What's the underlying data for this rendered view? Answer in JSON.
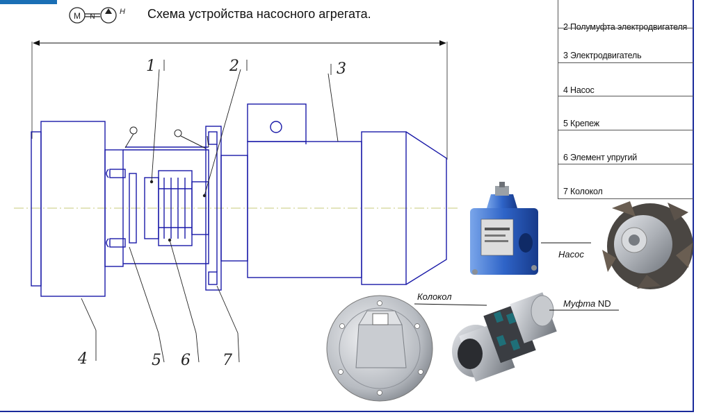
{
  "title": "Схема устройства насосного агрегата.",
  "symbol": {
    "motor_letter": "M",
    "shaft_letter": "N",
    "pump_letter": "H"
  },
  "legend": {
    "rows": [
      {
        "label": "2 Полумуфта электродвигателя"
      },
      {
        "label": "3 Электродвигатель"
      },
      {
        "label": "4 Насос"
      },
      {
        "label": "5 Крепеж"
      },
      {
        "label": "6 Элемент упругий"
      },
      {
        "label": "7 Колокол"
      }
    ]
  },
  "callouts": [
    "1",
    "2",
    "3",
    "4",
    "5",
    "6",
    "7"
  ],
  "photo_labels": {
    "pump": "Насос",
    "bell": "Колокол",
    "coupling": "Муфта",
    "coupling_suffix": "ND"
  },
  "colors": {
    "drawing_line": "#1a1aa8",
    "frame": "#1a2a9a",
    "metal": "#b8bcc2",
    "pump_blue": "#2f64c8"
  }
}
